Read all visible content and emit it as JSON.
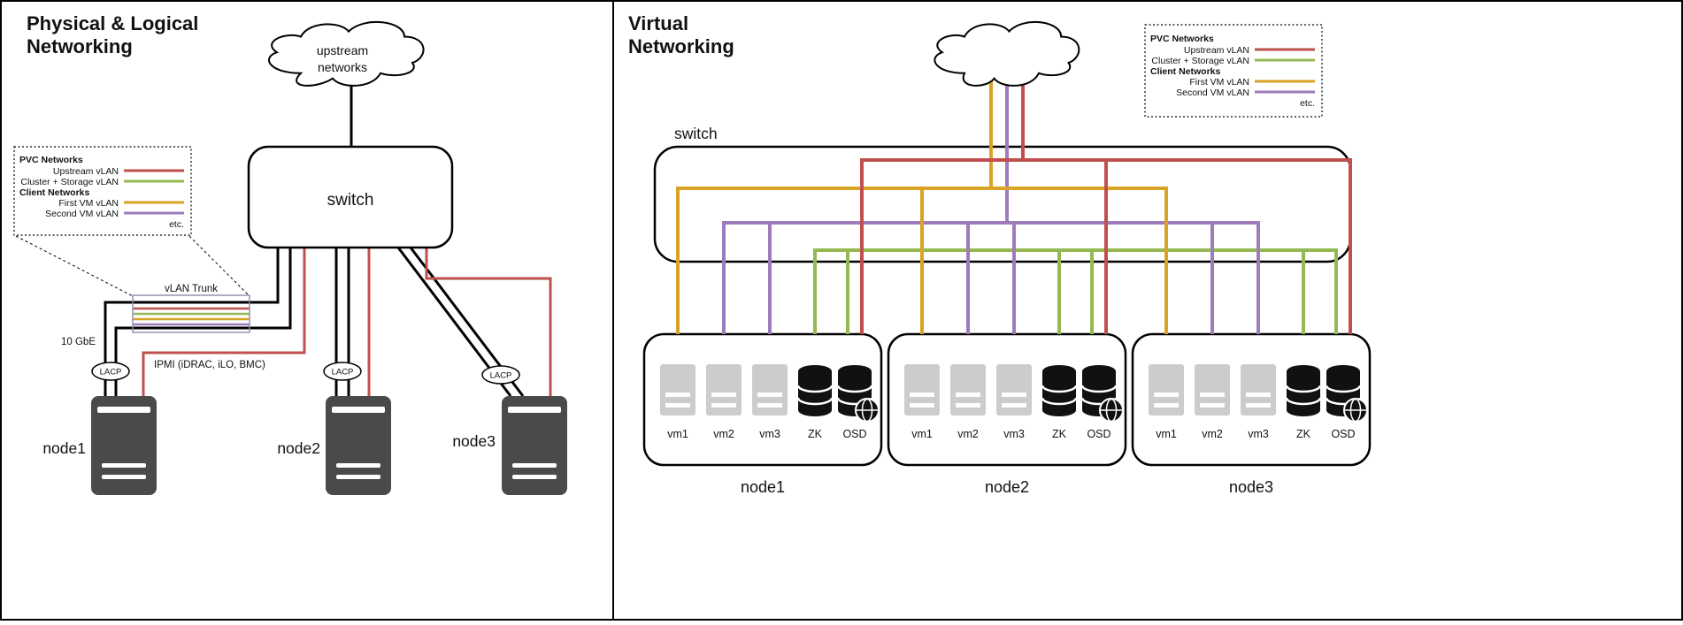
{
  "colors": {
    "upstream_vlan": "#c0504d",
    "cluster_storage_vlan": "#94b953",
    "first_vm_vlan": "#d9a326",
    "second_vm_vlan": "#9e7cbc",
    "server_fill": "#4a4a4a",
    "vm_fill": "#cccccc"
  },
  "legend": {
    "pvc_header": "PVC Networks",
    "upstream_label": "Upstream vLAN",
    "cluster_label": "Cluster + Storage vLAN",
    "client_header": "Client Networks",
    "first_vm_label": "First VM vLAN",
    "second_vm_label": "Second VM vLAN",
    "etc_label": "etc."
  },
  "left_panel": {
    "title_line1": "Physical & Logical",
    "title_line2": "Networking",
    "cloud_label_line1": "upstream",
    "cloud_label_line2": "networks",
    "switch_label": "switch",
    "vlan_trunk_label": "vLAN Trunk",
    "link_speed_label": "10 GbE",
    "ipmi_label": "IPMI (iDRAC, iLO, BMC)",
    "lacp_label": "LACP",
    "node1_label": "node1",
    "node2_label": "node2",
    "node3_label": "node3"
  },
  "right_panel": {
    "title_line1": "Virtual",
    "title_line2": "Networking",
    "switch_label": "switch",
    "node1": {
      "name": "node1",
      "vm1": "vm1",
      "vm2": "vm2",
      "vm3": "vm3",
      "zk": "ZK",
      "osd": "OSD"
    },
    "node2": {
      "name": "node2",
      "vm1": "vm1",
      "vm2": "vm2",
      "vm3": "vm3",
      "zk": "ZK",
      "osd": "OSD"
    },
    "node3": {
      "name": "node3",
      "vm1": "vm1",
      "vm2": "vm2",
      "vm3": "vm3",
      "zk": "ZK",
      "osd": "OSD"
    }
  }
}
